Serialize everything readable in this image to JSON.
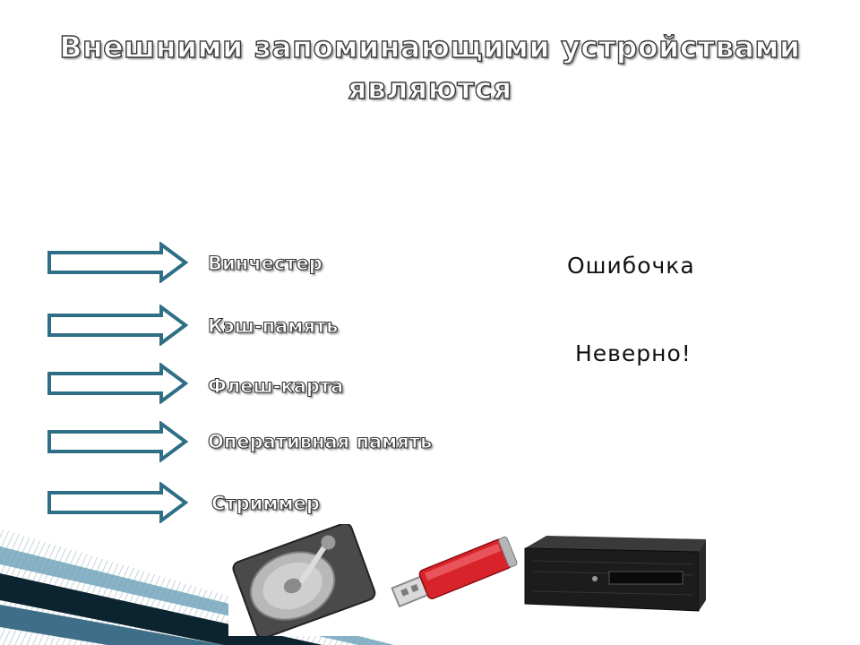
{
  "slide": {
    "title_line1": "Внешними запоминающими устройствами",
    "title_line2": "являются"
  },
  "options": [
    {
      "label": "Винчестер"
    },
    {
      "label": "Кэш-память"
    },
    {
      "label": "Флеш-карта"
    },
    {
      "label": "Оперативная память"
    },
    {
      "label": "Стриммер"
    }
  ],
  "feedback": {
    "message1": "Ошибочка",
    "message2": "Неверно!"
  },
  "colors": {
    "arrow_stroke": "#2f6f86",
    "arrow_fill": "#ffffff",
    "stripe_dark": "#0c2330",
    "stripe_blue": "#6aa0b8"
  },
  "images": [
    {
      "icon": "hard-drive-icon"
    },
    {
      "icon": "usb-flash-drive-icon"
    },
    {
      "icon": "tape-streamer-icon"
    }
  ]
}
